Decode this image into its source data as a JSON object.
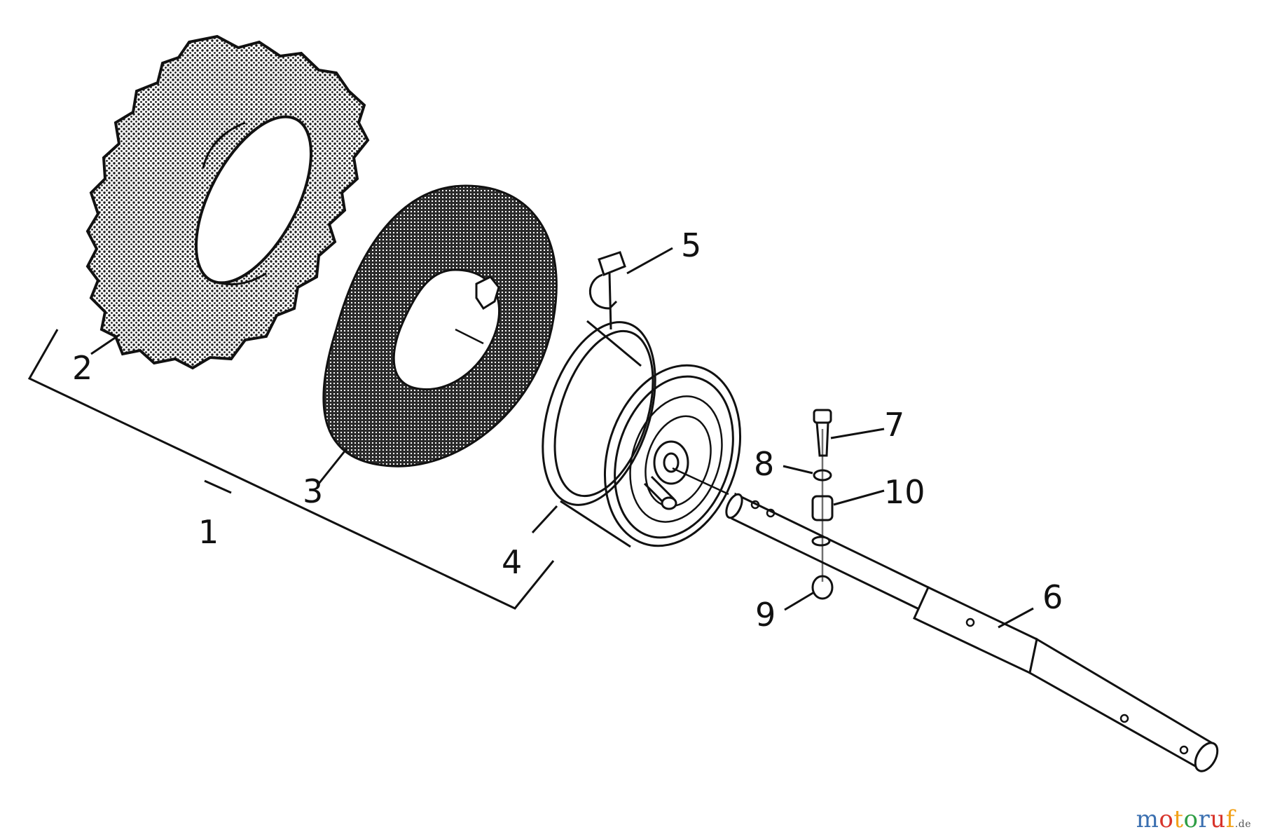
{
  "callouts": [
    {
      "id": "1",
      "text": "1"
    },
    {
      "id": "2",
      "text": "2"
    },
    {
      "id": "3",
      "text": "3"
    },
    {
      "id": "4",
      "text": "4"
    },
    {
      "id": "5",
      "text": "5"
    },
    {
      "id": "6",
      "text": "6"
    },
    {
      "id": "7",
      "text": "7"
    },
    {
      "id": "8",
      "text": "8"
    },
    {
      "id": "9",
      "text": "9"
    },
    {
      "id": "10",
      "text": "10"
    }
  ],
  "watermark": {
    "letters": [
      "m",
      "o",
      "t",
      "o",
      "r",
      "u",
      "f"
    ],
    "letter_colors": [
      "#3a6fb0",
      "#d8342b",
      "#f2a21a",
      "#2e9e45",
      "#3a6fb0",
      "#d8342b",
      "#f2a21a"
    ],
    "tld": ".de"
  }
}
